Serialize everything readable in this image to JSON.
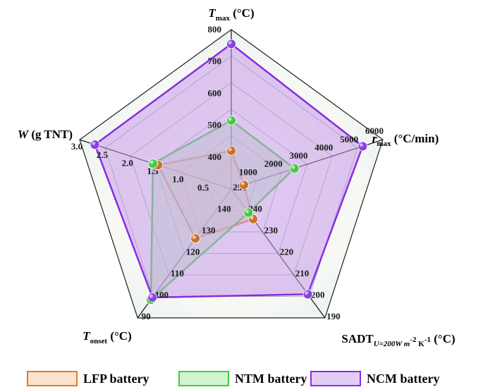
{
  "chart_data": {
    "type": "radar",
    "axes": [
      {
        "key": "tmax",
        "title_main": "T",
        "title_sub": "max",
        "title_unit": " (°C)",
        "min": 300,
        "max": 800,
        "ticks": [
          "400",
          "500",
          "600",
          "700",
          "800"
        ]
      },
      {
        "key": "rmax",
        "title_main": "r",
        "title_sub": "max",
        "title_unit": " (°C/min)",
        "min": 0,
        "max": 6000,
        "ticks": [
          "1000",
          "2000",
          "3000",
          "4000",
          "5000",
          "6000"
        ]
      },
      {
        "key": "sadt",
        "title_main": "SADT",
        "title_sub": "U=200W m",
        "title_sup": "-2",
        "title_sub2": " K",
        "title_sup2": "-1",
        "title_unit": " (°C)",
        "min": 250,
        "max": 190,
        "ticks": [
          "250",
          "240",
          "230",
          "220",
          "210",
          "200",
          "190"
        ]
      },
      {
        "key": "tonset",
        "title_main": "T",
        "title_sub": "onset",
        "title_unit": " (°C)",
        "min": 150,
        "max": 90,
        "ticks": [
          "140",
          "130",
          "120",
          "110",
          "100",
          "90"
        ]
      },
      {
        "key": "w",
        "title_main": "W",
        "title_sub": "",
        "title_unit": " (g TNT)",
        "min": 0,
        "max": 3.0,
        "ticks": [
          "0.5",
          "1.0",
          "1.5",
          "2.0",
          "2.5",
          "3.0"
        ]
      }
    ],
    "series": [
      {
        "name": "LFP battery",
        "values": [
          420,
          500,
          236,
          127,
          1.45
        ],
        "color": "#e07b2a",
        "fill": "#f5d6b8",
        "marker": "#c8702a"
      },
      {
        "name": "NTM battery",
        "values": [
          515,
          2500,
          239,
          98.5,
          1.55
        ],
        "color": "#3bd13b",
        "fill": "#b5e8b5",
        "marker": "#46c846"
      },
      {
        "name": "NCM battery",
        "values": [
          755,
          5200,
          201,
          99.5,
          2.7
        ],
        "color": "#8a2be2",
        "fill": "#c49ae8",
        "marker": "#8b3fe0"
      }
    ]
  }
}
